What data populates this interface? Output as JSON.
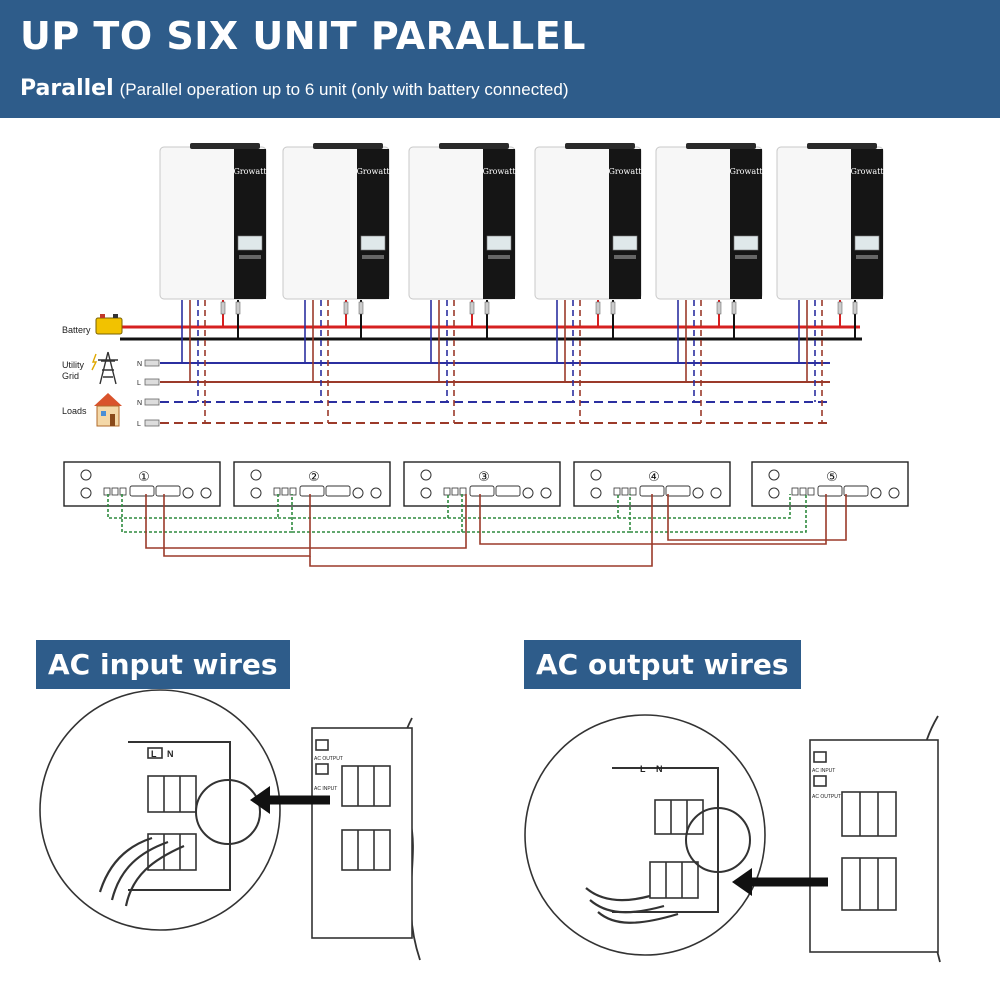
{
  "header": {
    "title": "UP TO SIX UNIT PARALLEL",
    "subtitle_strong": "Parallel",
    "subtitle_note": "(Parallel operation up to 6 unit (only with battery connected)"
  },
  "inverters": {
    "brand": "Growatt",
    "count": 6
  },
  "wiring": {
    "battery_label": "Battery",
    "utility_label": "Utility",
    "grid_label": "Grid",
    "loads_label": "Loads",
    "neutral": "N",
    "line": "L"
  },
  "parallel_boards": [
    "①",
    "②",
    "③",
    "④",
    "⑤"
  ],
  "sections": {
    "ac_input": "AC input wires",
    "ac_output": "AC output wires",
    "terminal_l": "L",
    "terminal_n": "N",
    "ac_input_mini": "AC INPUT",
    "ac_output_mini": "AC OUTPUT"
  },
  "colors": {
    "header_bg": "#2e5c8a",
    "battery_red": "#d62020",
    "neutral_blue": "#2b2fa0",
    "line_brown": "#9b3a2a",
    "comm_green": "#2e8a3e"
  }
}
